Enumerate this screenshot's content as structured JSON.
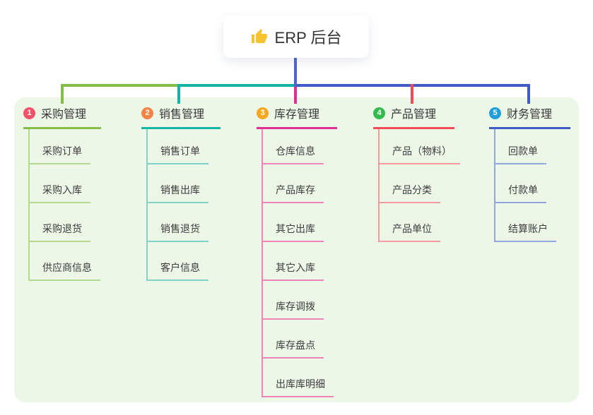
{
  "root": {
    "label": "ERP 后台",
    "icon": "thumbs-up-icon",
    "icon_color": "#f7c331"
  },
  "panel_color": "#edf7e8",
  "connector_root_color": "#5064ce",
  "branches": [
    {
      "badge": "1",
      "label": "采购管理",
      "color": "#84bd48",
      "light_color": "#b4d98d",
      "badge_color": "#f4526a",
      "children": [
        "采购订单",
        "采购入库",
        "采购退货",
        "供应商信息"
      ]
    },
    {
      "badge": "2",
      "label": "销售管理",
      "color": "#14b5a4",
      "light_color": "#7fd3c9",
      "badge_color": "#f58345",
      "children": [
        "销售订单",
        "销售出库",
        "销售退货",
        "客户信息"
      ]
    },
    {
      "badge": "3",
      "label": "库存管理",
      "color": "#df2f92",
      "light_color": "#ee85b8",
      "badge_color": "#f6a820",
      "children": [
        "仓库信息",
        "产品库存",
        "其它出库",
        "其它入库",
        "库存调拨",
        "库存盘点",
        "出库库明细"
      ]
    },
    {
      "badge": "4",
      "label": "产品管理",
      "color": "#f04b58",
      "light_color": "#f59ba1",
      "badge_color": "#35ba4f",
      "children": [
        "产品（物料）",
        "产品分类",
        "产品单位"
      ]
    },
    {
      "badge": "5",
      "label": "财务管理",
      "color": "#3f5cc4",
      "light_color": "#93a6df",
      "badge_color": "#219fd8",
      "children": [
        "回款单",
        "付款单",
        "结算账户"
      ]
    }
  ]
}
